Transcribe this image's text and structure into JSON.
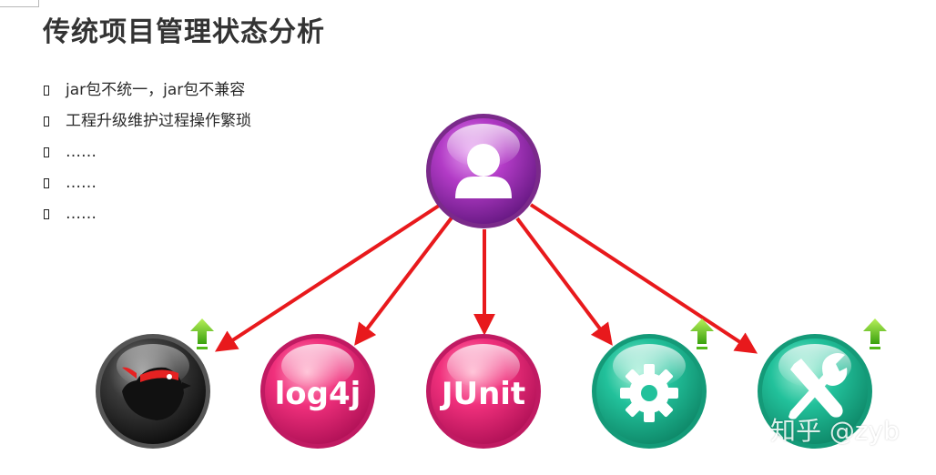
{
  "title": "传统项目管理状态分析",
  "bullets": [
    "jar包不统一，jar包不兼容",
    "工程升级维护过程操作繁琐",
    "……",
    "……",
    "……"
  ],
  "center_node": {
    "icon": "user-icon"
  },
  "nodes": [
    {
      "id": "ninja",
      "icon": "ninja-bird-icon",
      "label": "",
      "upgrade": true
    },
    {
      "id": "log4j",
      "icon": "",
      "label": "log4j",
      "upgrade": false
    },
    {
      "id": "junit",
      "icon": "",
      "label": "JUnit",
      "upgrade": false
    },
    {
      "id": "gear",
      "icon": "gear-icon",
      "label": "",
      "upgrade": true
    },
    {
      "id": "tools",
      "icon": "wrench-screwdriver-icon",
      "label": "",
      "upgrade": true
    }
  ],
  "watermark": "知乎 @zyb",
  "colors": {
    "arrow": "#e8191c",
    "center": "#b23bc6",
    "ninja": "#2b2b2b",
    "pink": "#f0307c",
    "teal": "#1fbf9a",
    "upgrade": "#6fd21f"
  }
}
